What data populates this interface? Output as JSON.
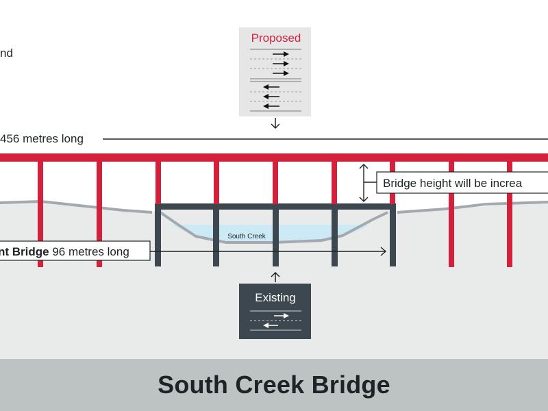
{
  "partial_text": "nd",
  "proposed": {
    "label": "Proposed"
  },
  "new_bridge": {
    "length_label": "456 metres long"
  },
  "height_note": "Bridge height will be increa",
  "creek": {
    "label": "South Creek"
  },
  "existing_bridge": {
    "name": "nt Bridge",
    "length_label": " 96 metres long"
  },
  "existing": {
    "label": "Existing"
  },
  "title": "South Creek Bridge",
  "colors": {
    "new_bridge_red": "#d3213c",
    "existing_bridge_dark": "#3c474f",
    "ground": "#e9eaea",
    "ground_line": "#a4a9b0",
    "water": "#cce9f6",
    "title_band": "#bdc3c3",
    "proposed_card": "#e6e6e6"
  }
}
